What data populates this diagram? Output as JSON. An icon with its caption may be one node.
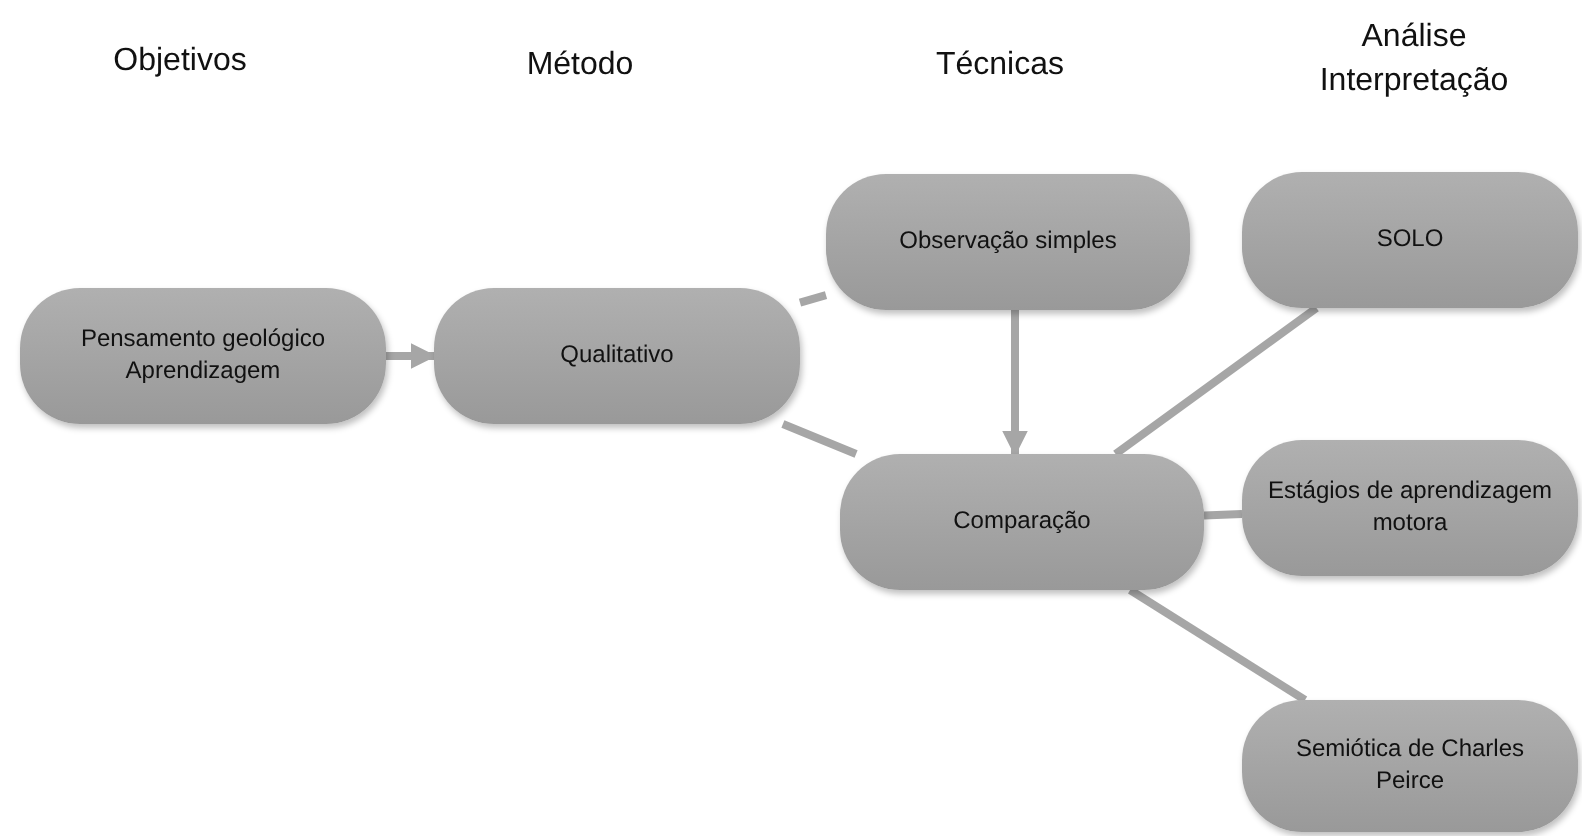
{
  "diagram": {
    "nodes": [
      {
        "text": [
          "Pensamento geológico Aprendizagem"
        ]
      },
      {
        "text": [
          "Qualitativo"
        ]
      },
      {
        "text": [
          "Observação simples"
        ]
      },
      {
        "text": [
          "Comparação"
        ]
      },
      {
        "text": [
          "SOLO"
        ]
      },
      {
        "text": [
          "Estágios de aprendizagem motora"
        ]
      },
      {
        "text": [
          "Semiótica de Charles Peirce"
        ]
      }
    ],
    "edges": [
      {
        "from": 0,
        "to": 1,
        "arrow": "to"
      },
      {
        "from": 1,
        "to": 2,
        "arrow": "none"
      },
      {
        "from": 1,
        "to": 3,
        "arrow": "none"
      },
      {
        "from": 2,
        "to": 3,
        "arrow": "to"
      },
      {
        "from": 3,
        "to": 4,
        "arrow": "none"
      },
      {
        "from": 3,
        "to": 5,
        "arrow": "none"
      },
      {
        "from": 3,
        "to": 6,
        "arrow": "none"
      }
    ],
    "labels": [
      "Objetivos",
      "Método",
      "Técnicas",
      "Análise Interpretação"
    ]
  }
}
